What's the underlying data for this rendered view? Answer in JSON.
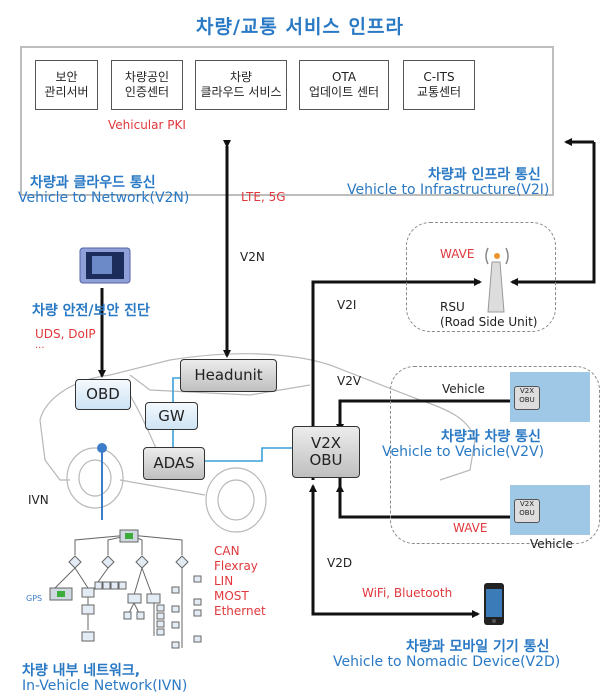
{
  "title": "차량/교통 서비스 인프라",
  "infra": {
    "services": [
      {
        "label": "보안\n관리서버"
      },
      {
        "label": "차량공인\n인증센터"
      },
      {
        "label": "차량\n클라우드 서비스"
      },
      {
        "label": "OTA\n업데이트 센터"
      },
      {
        "label": "C-ITS\n교통센터"
      }
    ],
    "pki_label": "Vehicular PKI"
  },
  "v2n": {
    "heading_ko": "차량과 클라우드 통신",
    "heading_en": "Vehicle to Network(V2N)",
    "tech": "LTE, 5G",
    "link_label": "V2N"
  },
  "v2i": {
    "heading_ko": "차량과 인프라 통신",
    "heading_en": "Vehicle to Infrastructure(V2I)",
    "tech": "WAVE",
    "link_label": "V2I",
    "rsu_label": "RSU\n(Road Side Unit)"
  },
  "diag": {
    "heading_ko": "차량 안전/보안 진단",
    "tech": "UDS, DoIP",
    "ellipsis": "..."
  },
  "vehicle": {
    "ecus": {
      "obd": "OBD",
      "headunit": "Headunit",
      "gw": "GW",
      "adas": "ADAS",
      "obu": "V2X\nOBU"
    },
    "ivn_label": "IVN"
  },
  "v2v": {
    "heading_ko": "차량과 차량 통신",
    "heading_en": "Vehicle to Vehicle(V2V)",
    "link_label": "V2V",
    "vehicle1_label": "Vehicle",
    "vehicle2_label": "Vehicle",
    "tech": "WAVE",
    "obu_badge": "V2X\nOBU"
  },
  "v2d": {
    "heading_ko": "차량과 모바일 기기 통신",
    "heading_en": "Vehicle to Nomadic Device(V2D)",
    "link_label": "V2D",
    "tech": "WiFi, Bluetooth"
  },
  "ivn": {
    "heading_ko": "차량 내부 네트워크,",
    "heading_en": "In-Vehicle Network(IVN)",
    "protocols": [
      "CAN",
      "Flexray",
      "LIN",
      "MOST",
      "Ethernet"
    ],
    "gps_label": "GPS"
  },
  "colors": {
    "heading_blue": "#2a79c4",
    "tech_red": "#e0383c",
    "ivn_blue": "#3d7cc9"
  }
}
